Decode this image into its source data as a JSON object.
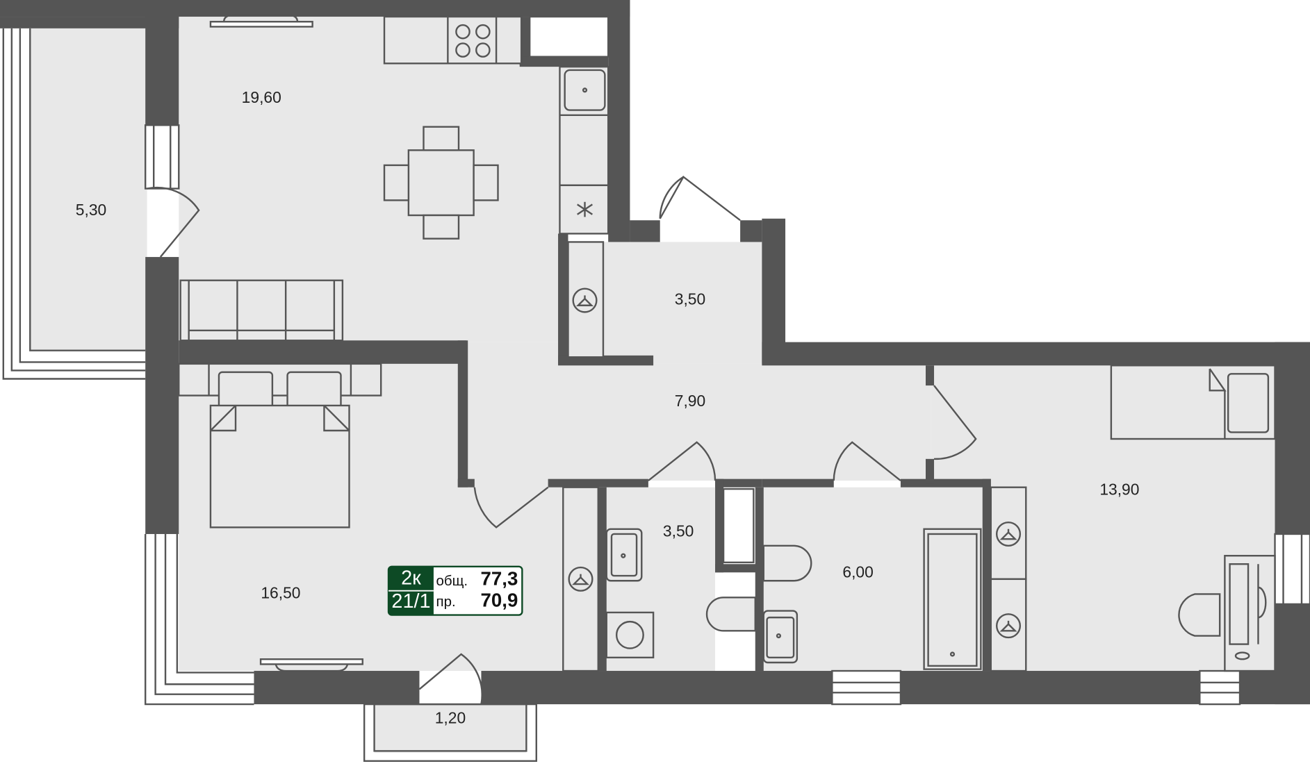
{
  "plan": {
    "rooms": [
      {
        "id": "kitchen-living",
        "type": "kitchen-living room",
        "area": "19,60"
      },
      {
        "id": "loggia-left",
        "type": "loggia",
        "area": "5,30"
      },
      {
        "id": "vestibule",
        "type": "entrance vestibule",
        "area": "3,50"
      },
      {
        "id": "hallway",
        "type": "hallway",
        "area": "7,90"
      },
      {
        "id": "bedroom-1",
        "type": "bedroom",
        "area": "16,50"
      },
      {
        "id": "bathroom-small",
        "type": "bathroom",
        "area": "3,50"
      },
      {
        "id": "bathroom-large",
        "type": "bathroom",
        "area": "6,00"
      },
      {
        "id": "bedroom-2",
        "type": "bedroom",
        "area": "13,90"
      },
      {
        "id": "balcony",
        "type": "balcony",
        "area": "1,20"
      }
    ],
    "badge": {
      "rooms": "2к",
      "unit": "21/1",
      "total_label": "общ.",
      "total_value": "77,3",
      "living_label": "пр.",
      "living_value": "70,9",
      "color": "#0d4a25"
    },
    "colors": {
      "wall": "#555555",
      "floor": "#e8e8e8",
      "background": "#ffffff"
    }
  }
}
